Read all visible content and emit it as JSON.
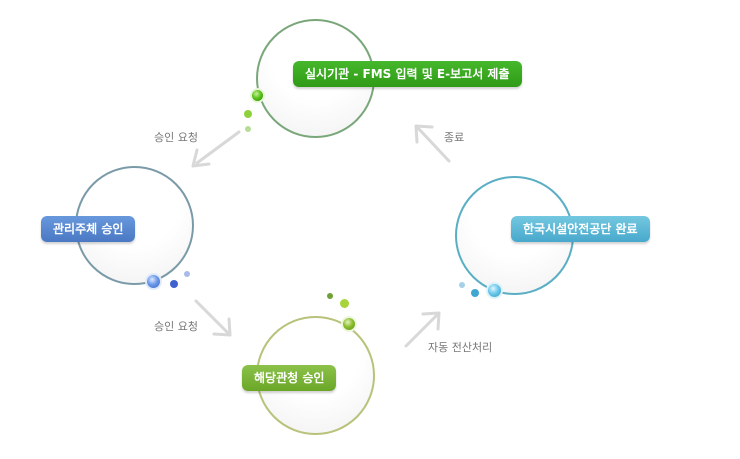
{
  "diagram": {
    "nodes": {
      "top": "실시기관 - FMS 입력 및 E-보고서 제출",
      "left": "관리주체 승인",
      "bottom": "해당관청 승인",
      "right": "한국시설안전공단 완료"
    },
    "edges": {
      "top_to_left": "승인 요청",
      "left_to_bottom": "승인 요청",
      "bottom_to_right": "자동 전산처리",
      "right_to_top": "종료"
    },
    "colors": {
      "top": "#2f9a16",
      "left": "#4a78c4",
      "bottom": "#6aa628",
      "right": "#48a8cc",
      "arrow": "#d8d8d8"
    }
  }
}
